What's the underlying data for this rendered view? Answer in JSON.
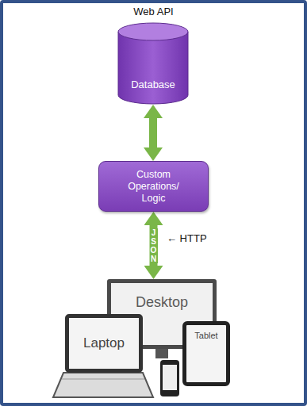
{
  "diagram": {
    "title": "Web API",
    "nodes": [
      {
        "text": [
          "Database"
        ]
      },
      {
        "text": [
          "Custom Operations/ Logic"
        ]
      },
      {
        "text": [
          "Desktop"
        ]
      },
      {
        "text": [
          "Laptop"
        ]
      },
      {
        "text": [
          "Tablet"
        ]
      }
    ],
    "edges": [
      {
        "from": 0,
        "to": 1,
        "arrow": "both"
      },
      {
        "from": 1,
        "to": 2,
        "label": "JSON",
        "arrow": "both"
      }
    ],
    "labels": [
      "← HTTP"
    ]
  }
}
